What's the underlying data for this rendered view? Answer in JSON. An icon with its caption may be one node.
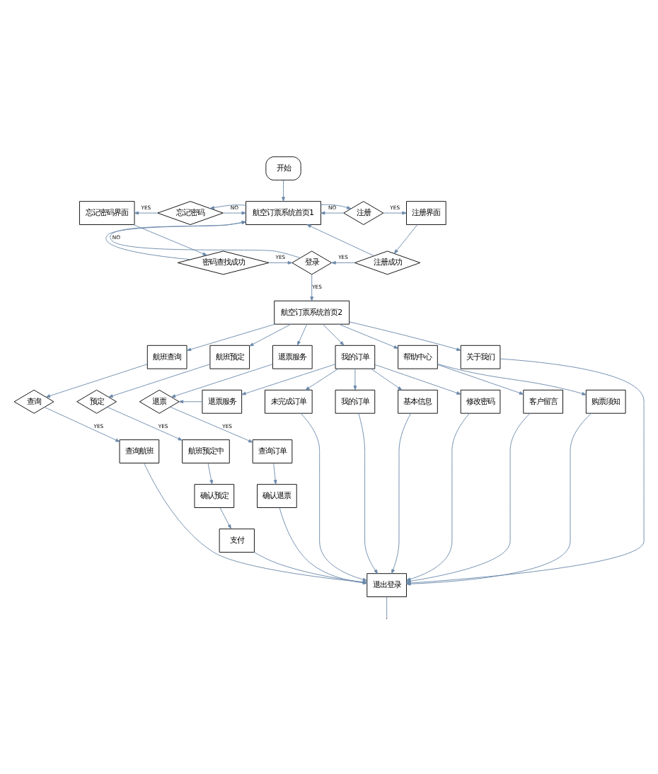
{
  "diagram": {
    "nodes": [
      {
        "text": [
          "开始"
        ]
      },
      {
        "text": [
          "航空订票系统首页1"
        ]
      },
      {
        "text": [
          "忘记密码"
        ]
      },
      {
        "text": [
          "忘记密码界面"
        ]
      },
      {
        "text": [
          "注册"
        ]
      },
      {
        "text": [
          "注册界面"
        ]
      },
      {
        "text": [
          "密码查找成功"
        ]
      },
      {
        "text": [
          "登录"
        ]
      },
      {
        "text": [
          "注册成功"
        ]
      },
      {
        "text": [
          "航空订票系统首页2"
        ]
      },
      {
        "text": [
          "航班查询"
        ]
      },
      {
        "text": [
          "航班预定"
        ]
      },
      {
        "text": [
          "退票服务"
        ]
      },
      {
        "text": [
          "我的订单"
        ]
      },
      {
        "text": [
          "帮助中心"
        ]
      },
      {
        "text": [
          "关于我们"
        ]
      },
      {
        "text": [
          "查询"
        ]
      },
      {
        "text": [
          "预定"
        ]
      },
      {
        "text": [
          "退票"
        ]
      },
      {
        "text": [
          "查询航班"
        ]
      },
      {
        "text": [
          "航班预定中"
        ]
      },
      {
        "text": [
          "查询订单"
        ]
      },
      {
        "text": [
          "确认预定"
        ]
      },
      {
        "text": [
          "确认退票"
        ]
      },
      {
        "text": [
          "支付"
        ]
      },
      {
        "text": [
          "退票服务"
        ]
      },
      {
        "text": [
          "未完成订单"
        ]
      },
      {
        "text": [
          "我的订单"
        ]
      },
      {
        "text": [
          "基本信息"
        ]
      },
      {
        "text": [
          "修改密码"
        ]
      },
      {
        "text": [
          "客户留言"
        ]
      },
      {
        "text": [
          "购票须知"
        ]
      },
      {
        "text": [
          "退出登录"
        ]
      }
    ],
    "edges": [
      {
        "from": 0,
        "to": 1,
        "arrow": "to"
      },
      {
        "from": 1,
        "to": 2,
        "arrow": "to"
      },
      {
        "from": 2,
        "to": 3,
        "arrow": "to",
        "label": "YES"
      },
      {
        "from": 1,
        "to": 4,
        "arrow": "to"
      },
      {
        "from": 4,
        "to": 5,
        "arrow": "to",
        "label": "YES"
      },
      {
        "from": 3,
        "to": 6,
        "arrow": "to"
      },
      {
        "from": 5,
        "to": 8,
        "arrow": "to"
      },
      {
        "from": 2,
        "to": 1,
        "arrow": "to",
        "label": "NO"
      },
      {
        "from": 6,
        "to": 1,
        "arrow": "to"
      },
      {
        "from": 4,
        "to": 1,
        "arrow": "to",
        "label": "NO"
      },
      {
        "from": 8,
        "to": 1,
        "arrow": "to"
      },
      {
        "from": 7,
        "to": 1,
        "arrow": "to",
        "label": "NO"
      },
      {
        "from": 6,
        "to": 7,
        "arrow": "to",
        "label": "YES"
      },
      {
        "from": 8,
        "to": 7,
        "arrow": "to",
        "label": "YES"
      },
      {
        "from": 7,
        "to": 9,
        "arrow": "to",
        "label": "YES"
      },
      {
        "from": 9,
        "to": 10,
        "arrow": "to"
      },
      {
        "from": 9,
        "to": 11,
        "arrow": "to"
      },
      {
        "from": 9,
        "to": 12,
        "arrow": "to"
      },
      {
        "from": 9,
        "to": 13,
        "arrow": "to"
      },
      {
        "from": 9,
        "to": 14,
        "arrow": "to"
      },
      {
        "from": 9,
        "to": 15,
        "arrow": "to"
      },
      {
        "from": 10,
        "to": 16,
        "arrow": "to"
      },
      {
        "from": 11,
        "to": 17,
        "arrow": "to"
      },
      {
        "from": 12,
        "to": 18,
        "arrow": "to"
      },
      {
        "from": 16,
        "to": 19,
        "arrow": "to",
        "label": "YES"
      },
      {
        "from": 17,
        "to": 20,
        "arrow": "to",
        "label": "YES"
      },
      {
        "from": 18,
        "to": 21,
        "arrow": "to",
        "label": "YES"
      },
      {
        "from": 20,
        "to": 22,
        "arrow": "to"
      },
      {
        "from": 22,
        "to": 24,
        "arrow": "to"
      },
      {
        "from": 21,
        "to": 23,
        "arrow": "to"
      },
      {
        "from": 13,
        "to": 25,
        "arrow": "to"
      },
      {
        "from": 13,
        "to": 26,
        "arrow": "to"
      },
      {
        "from": 13,
        "to": 27,
        "arrow": "to"
      },
      {
        "from": 13,
        "to": 28,
        "arrow": "to"
      },
      {
        "from": 13,
        "to": 29,
        "arrow": "to"
      },
      {
        "from": 14,
        "to": 30,
        "arrow": "to"
      },
      {
        "from": 14,
        "to": 31,
        "arrow": "to"
      },
      {
        "from": 25,
        "to": 18,
        "arrow": "to"
      },
      {
        "from": 19,
        "to": 32,
        "arrow": "to"
      },
      {
        "from": 24,
        "to": 32,
        "arrow": "to"
      },
      {
        "from": 23,
        "to": 32,
        "arrow": "to"
      },
      {
        "from": 26,
        "to": 32,
        "arrow": "to"
      },
      {
        "from": 27,
        "to": 32,
        "arrow": "to"
      },
      {
        "from": 28,
        "to": 32,
        "arrow": "to"
      },
      {
        "from": 29,
        "to": 32,
        "arrow": "to"
      },
      {
        "from": 30,
        "to": 32,
        "arrow": "to"
      },
      {
        "from": 31,
        "to": 32,
        "arrow": "to"
      },
      {
        "from": 15,
        "to": 32,
        "arrow": "to"
      },
      {
        "from": 32,
        "to": null,
        "arrow": "none"
      }
    ]
  }
}
